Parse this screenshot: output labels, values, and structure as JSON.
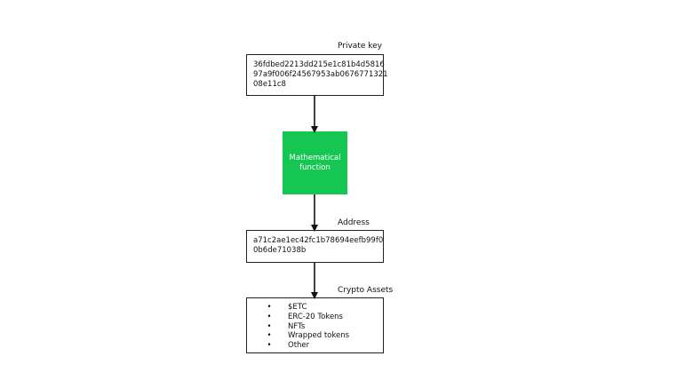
{
  "private_key": {
    "caption": "Private key",
    "lines": [
      "36fdbed2213dd215e1c81b4d5816",
      "97a9f006f24567953ab0676771321",
      "08e11c8"
    ]
  },
  "function_box": {
    "lines": [
      "Mathematical",
      "function"
    ],
    "color": "#16c653"
  },
  "address": {
    "caption": "Address",
    "lines": [
      "a71c2ae1ec42fc1b78694eefb99f0",
      "0b6de71038b"
    ]
  },
  "crypto_assets": {
    "caption": "Crypto Assets",
    "bullet": "•",
    "items": [
      "$ETC",
      "ERC-20 Tokens",
      "NFTs",
      "Wrapped tokens",
      "Other"
    ]
  }
}
